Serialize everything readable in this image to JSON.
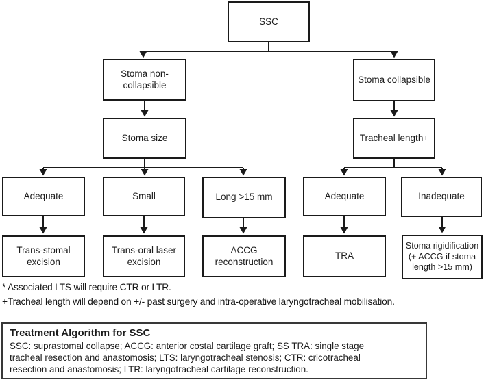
{
  "flowchart": {
    "nodes": {
      "ssc": {
        "label": "SSC"
      },
      "stoma_non_collapsible": {
        "label": "Stoma non-collapsible"
      },
      "stoma_collapsible": {
        "label": "Stoma collapsible"
      },
      "stoma_size": {
        "label": "Stoma size"
      },
      "tracheal_length": {
        "label": "Tracheal length+"
      },
      "adequate_left": {
        "label": "Adequate"
      },
      "small": {
        "label": "Small"
      },
      "long": {
        "label": "Long >15 mm"
      },
      "adequate_right": {
        "label": "Adequate"
      },
      "inadequate": {
        "label": "Inadequate"
      },
      "trans_stomal": {
        "label": "Trans-stomal excision"
      },
      "trans_oral": {
        "label": "Trans-oral laser excision"
      },
      "accg": {
        "label": "ACCG reconstruction"
      },
      "tra": {
        "label": "TRA"
      },
      "stoma_rigidification": {
        "label": "Stoma rigidification (+ ACCG if stoma length >15 mm)"
      }
    }
  },
  "footnotes": {
    "line1": "* Associated LTS will require CTR or LTR.",
    "line2": "+Tracheal length will depend on +/- past surgery and intra-operative laryngotracheal mobilisation."
  },
  "legend": {
    "title": "Treatment Algorithm for SSC",
    "body": "SSC: suprastomal collapse; ACCG: anterior costal cartilage graft; SS TRA: single stage\ntracheal resection and anastomosis; LTS: laryngotracheal stenosis; CTR: cricotracheal\nresection and anastomosis; LTR: laryngotracheal cartilage reconstruction."
  },
  "colors": {
    "line": "#1a1a1a",
    "text": "#1c1c1c",
    "background": "#ffffff"
  }
}
